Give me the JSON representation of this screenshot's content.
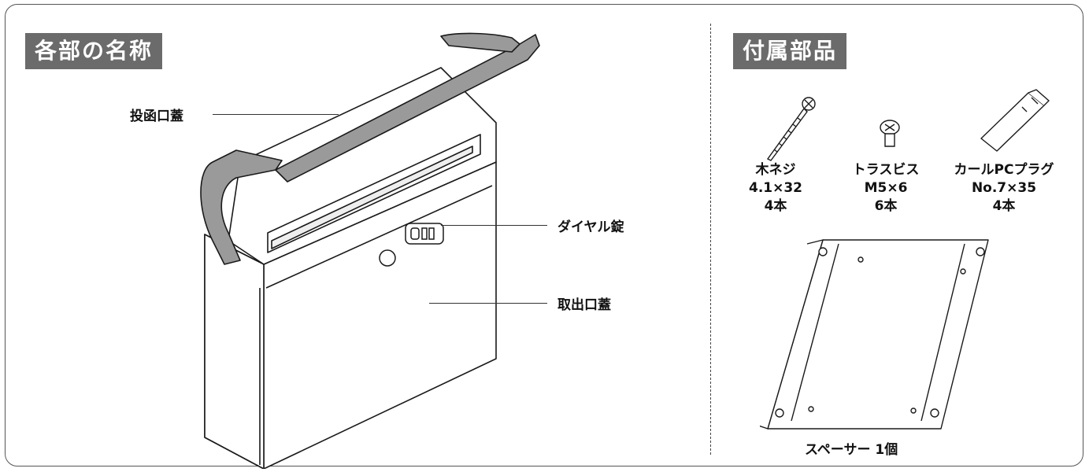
{
  "left_panel": {
    "title": "各部の名称",
    "labels": {
      "slot_lid": "投函口蓋",
      "dial_lock": "ダイヤル錠",
      "retrieval_lid": "取出口蓋"
    }
  },
  "right_panel": {
    "title": "付属部品",
    "parts": [
      {
        "name": "木ネジ",
        "spec": "4.1×32",
        "qty": "4本"
      },
      {
        "name": "トラスビス",
        "spec": "M5×6",
        "qty": "6本"
      },
      {
        "name": "カールPCプラグ",
        "spec": "No.7×35",
        "qty": "4本"
      }
    ],
    "spacer": "スペーサー 1個"
  }
}
